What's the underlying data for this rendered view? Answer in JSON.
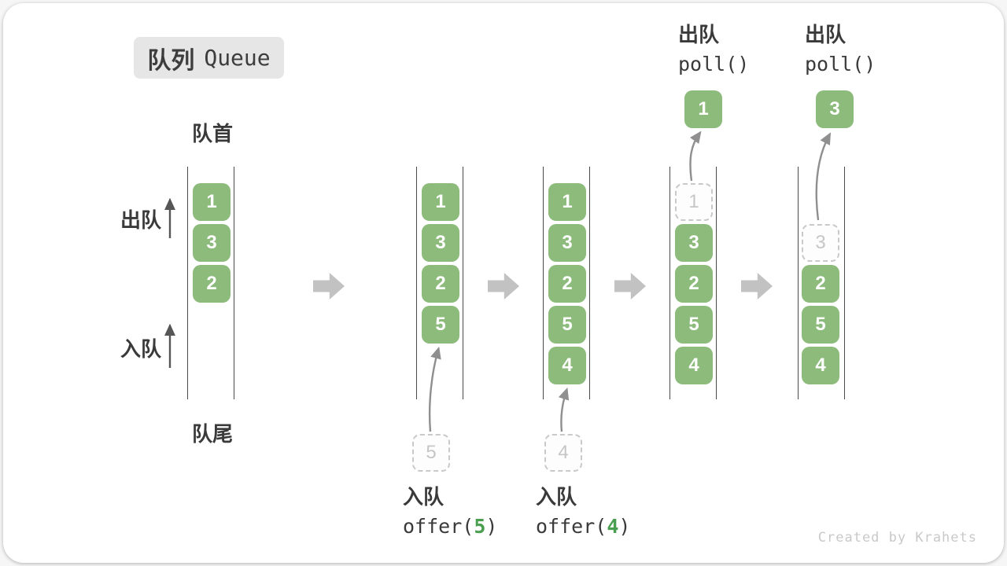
{
  "title": {
    "zh": "队列",
    "en": "Queue"
  },
  "labels": {
    "front": "队首",
    "rear": "队尾",
    "dequeue": "出队",
    "enqueue": "入队"
  },
  "credit": "Created by Krahets",
  "colors": {
    "box_green": "#8cbb7c",
    "accent_green": "#4a9e4f",
    "block_arrow_gray": "#c2c2c2",
    "rail_gray": "#4a4a4a",
    "text_dark": "#3a3a3a",
    "dashed_gray": "#c9c9c9",
    "chip_bg": "#e6e6e6"
  },
  "icons": {
    "next_state_arrow": "block-right-arrow",
    "direction_arrow": "thin-up-arrow",
    "transfer_arrow": "curved-up-arrow"
  },
  "states": [
    {
      "boxes": [
        {
          "value": "1"
        },
        {
          "value": "3"
        },
        {
          "value": "2"
        }
      ]
    },
    {
      "boxes": [
        {
          "value": "1"
        },
        {
          "value": "3"
        },
        {
          "value": "2"
        },
        {
          "value": "5"
        }
      ],
      "pending": {
        "value": "5"
      },
      "op": {
        "label": "入队",
        "code_before": "offer(",
        "arg": "5",
        "code_after": ")"
      }
    },
    {
      "boxes": [
        {
          "value": "1"
        },
        {
          "value": "3"
        },
        {
          "value": "2"
        },
        {
          "value": "5"
        },
        {
          "value": "4"
        }
      ],
      "pending": {
        "value": "4"
      },
      "op": {
        "label": "入队",
        "code_before": "offer(",
        "arg": "4",
        "code_after": ")"
      }
    },
    {
      "removed": {
        "value": "1"
      },
      "boxes": [
        {
          "value": "3"
        },
        {
          "value": "2"
        },
        {
          "value": "5"
        },
        {
          "value": "4"
        }
      ],
      "popped": {
        "value": "1"
      },
      "op": {
        "label": "出队",
        "code": "poll()"
      }
    },
    {
      "removed": {
        "value": "3"
      },
      "boxes": [
        {
          "value": "2"
        },
        {
          "value": "5"
        },
        {
          "value": "4"
        }
      ],
      "popped": {
        "value": "3"
      },
      "op": {
        "label": "出队",
        "code": "poll()"
      }
    }
  ]
}
